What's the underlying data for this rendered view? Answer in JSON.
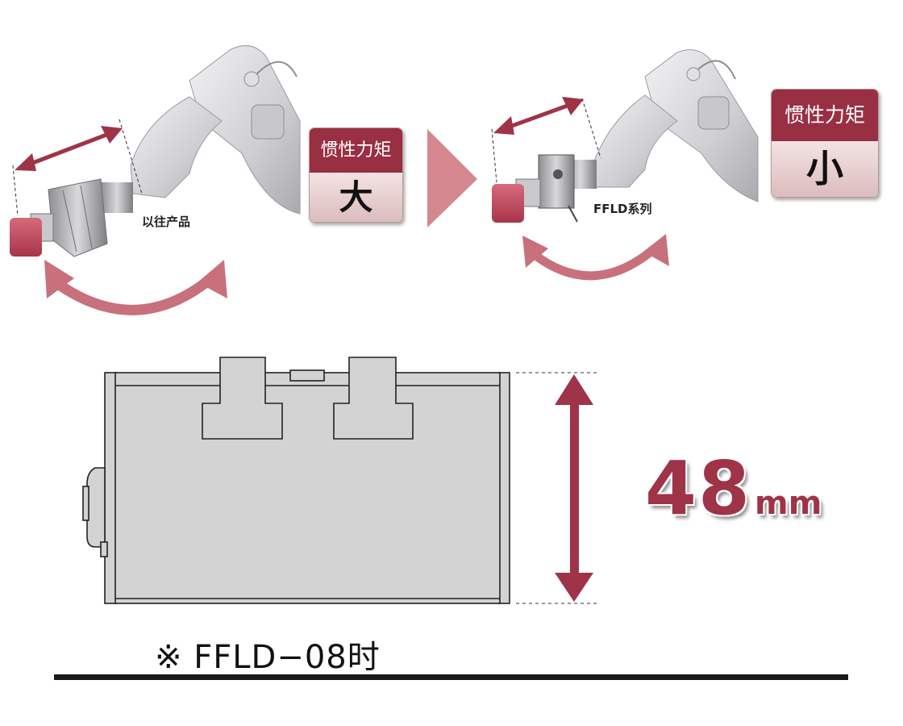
{
  "left_scene": {
    "product_label": "以往产品",
    "badge": {
      "title": "惯性力矩",
      "value": "大"
    }
  },
  "right_scene": {
    "product_label": "FFLD系列",
    "badge": {
      "title": "惯性力矩",
      "value": "小"
    }
  },
  "dimension": {
    "value": "48",
    "unit": "mm"
  },
  "note": "※ FFLD−08时",
  "colors": {
    "accent": "#982f42",
    "arrow": "#9f3347",
    "curve_arrow": "#c9707d",
    "transition_arrow": "#d4878f",
    "device_fill": "#d3d3d3"
  }
}
